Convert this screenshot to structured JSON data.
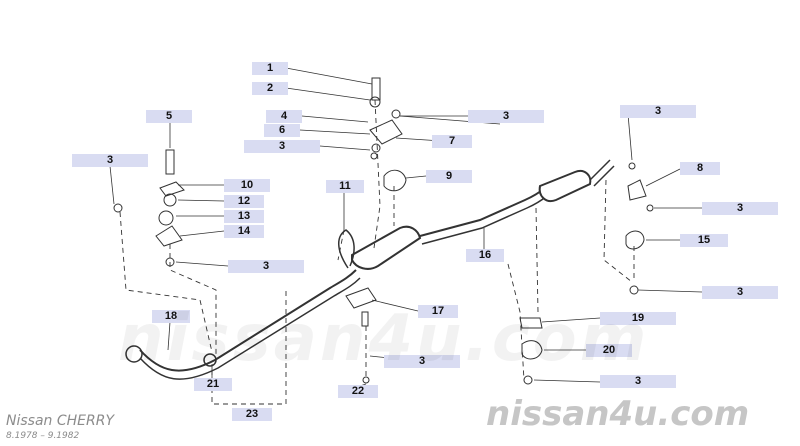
{
  "diagram": {
    "callouts": [
      {
        "id": "c1",
        "label": "1"
      },
      {
        "id": "c2",
        "label": "2"
      },
      {
        "id": "c4",
        "label": "4"
      },
      {
        "id": "c6",
        "label": "6"
      },
      {
        "id": "c3a",
        "label": "3"
      },
      {
        "id": "c3b",
        "label": "3"
      },
      {
        "id": "c7",
        "label": "7"
      },
      {
        "id": "c9",
        "label": "9"
      },
      {
        "id": "c5",
        "label": "5"
      },
      {
        "id": "c3c",
        "label": "3"
      },
      {
        "id": "c10",
        "label": "10"
      },
      {
        "id": "c12",
        "label": "12"
      },
      {
        "id": "c13",
        "label": "13"
      },
      {
        "id": "c14",
        "label": "14"
      },
      {
        "id": "c3d",
        "label": "3"
      },
      {
        "id": "c11",
        "label": "11"
      },
      {
        "id": "c16",
        "label": "16"
      },
      {
        "id": "c17",
        "label": "17"
      },
      {
        "id": "c3e",
        "label": "3"
      },
      {
        "id": "c18",
        "label": "18"
      },
      {
        "id": "c21",
        "label": "21"
      },
      {
        "id": "c22",
        "label": "22"
      },
      {
        "id": "c23",
        "label": "23"
      },
      {
        "id": "c3f",
        "label": "3"
      },
      {
        "id": "c8",
        "label": "8"
      },
      {
        "id": "c3g",
        "label": "3"
      },
      {
        "id": "c15",
        "label": "15"
      },
      {
        "id": "c3h",
        "label": "3"
      },
      {
        "id": "c19",
        "label": "19"
      },
      {
        "id": "c20",
        "label": "20"
      },
      {
        "id": "c3i",
        "label": "3"
      }
    ],
    "watermark_center": "nissan4u.com",
    "watermark_bottom": "nissan4u.com",
    "model_title": "Nissan CHERRY",
    "model_dates": "8.1978 – 9.1982"
  },
  "colors": {
    "callout_fill": "#d9dcf2",
    "line": "#333333"
  }
}
